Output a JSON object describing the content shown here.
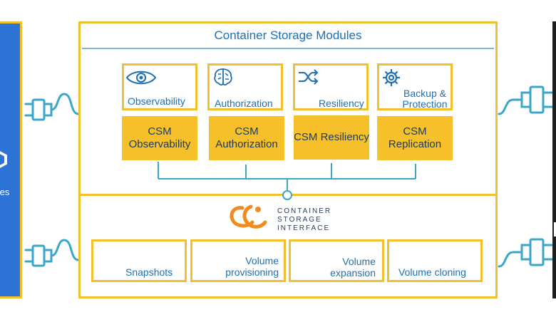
{
  "header": {
    "title": "Container Storage Modules"
  },
  "left_panel": {
    "label": "tes"
  },
  "modules": [
    {
      "label": "Observability",
      "icon": "eye-icon",
      "name": "CSM Observability"
    },
    {
      "label": "Authorization",
      "icon": "brain-icon",
      "name": "CSM Authorization"
    },
    {
      "label": "Resiliency",
      "icon": "shuffle-icon",
      "name": "CSM Resiliency"
    },
    {
      "label": "Backup & Protection",
      "icon": "gear-icon",
      "name": "CSM Replication"
    }
  ],
  "csi": {
    "line1": "CONTAINER",
    "line2": "STORAGE",
    "line3": "INTERFACE"
  },
  "features": [
    {
      "label": "Snapshots"
    },
    {
      "label": "Volume provisioning"
    },
    {
      "label": "Volume expansion"
    },
    {
      "label": "Volume cloning"
    }
  ],
  "colors": {
    "accent": "#f2c02c",
    "text_blue": "#1f6fb3",
    "kubernetes_blue": "#2d73d6",
    "connector": "#3aa6c8",
    "csi_orange": "#f08c1e"
  }
}
